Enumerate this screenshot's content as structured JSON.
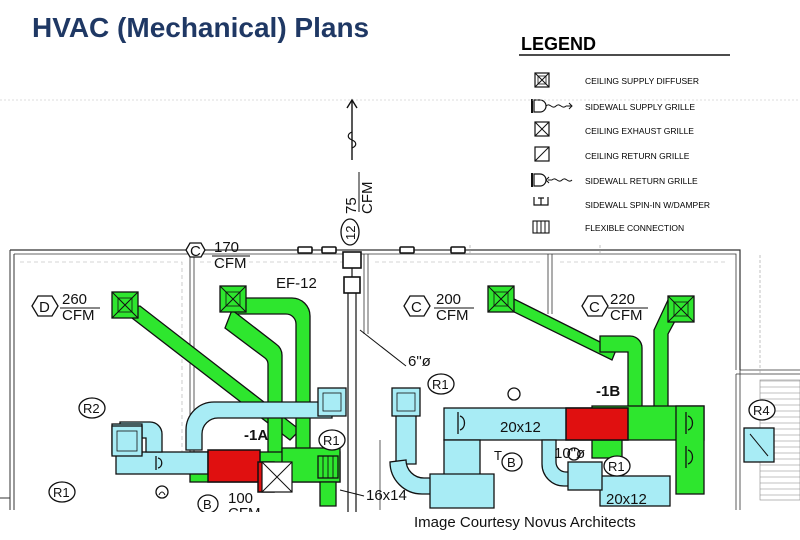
{
  "title": "HVAC (Mechanical) Plans",
  "credit": "Image Courtesy Novus Architects",
  "colors": {
    "title": "#1f3864",
    "supply_duct": "#2ee62e",
    "return_duct": "#a8ecf5",
    "unit": "#e01010",
    "line": "#111111"
  },
  "legend": {
    "title": "LEGEND",
    "items": [
      {
        "label": "CEILING SUPPLY DIFFUSER",
        "icon": "ceiling-supply-diffuser-icon"
      },
      {
        "label": "SIDEWALL SUPPLY GRILLE",
        "icon": "sidewall-supply-grille-icon"
      },
      {
        "label": "CEILING EXHAUST GRILLE",
        "icon": "ceiling-exhaust-grille-icon"
      },
      {
        "label": "CEILING RETURN GRILLE",
        "icon": "ceiling-return-grille-icon"
      },
      {
        "label": "SIDEWALL RETURN GRILLE",
        "icon": "sidewall-return-grille-icon"
      },
      {
        "label": "SIDEWALL SPIN-IN W/DAMPER",
        "icon": "spin-in-damper-icon"
      },
      {
        "label": "FLEXIBLE CONNECTION",
        "icon": "flexible-connection-icon"
      }
    ]
  },
  "plan": {
    "tags": {
      "c170": "C",
      "c170_cfm": "170",
      "c170_unit": "CFM",
      "d260": "D",
      "d260_cfm": "260",
      "d260_unit": "CFM",
      "c200": "C",
      "c200_cfm": "200",
      "c200_unit": "CFM",
      "c220": "C",
      "c220_cfm": "220",
      "c220_unit": "CFM",
      "cfm75": "75",
      "cfm75_unit": "CFM",
      "cfm75_tag": "12",
      "ef": "EF-12",
      "duct6": "6\"ø",
      "duct10": "10\"ø",
      "r1a": "R1",
      "r1b": "R1",
      "r1c": "R1",
      "r1d": "R1",
      "r2": "R2",
      "r4": "R4",
      "unit_a": "-1A",
      "unit_b": "-1B",
      "d20x12a": "20x12",
      "d20x12b": "20x12",
      "d16x14": "16x14",
      "b1": "B",
      "b2": "B",
      "tb": "T",
      "cfm100": "100",
      "cfm100_unit": "CFM"
    }
  }
}
